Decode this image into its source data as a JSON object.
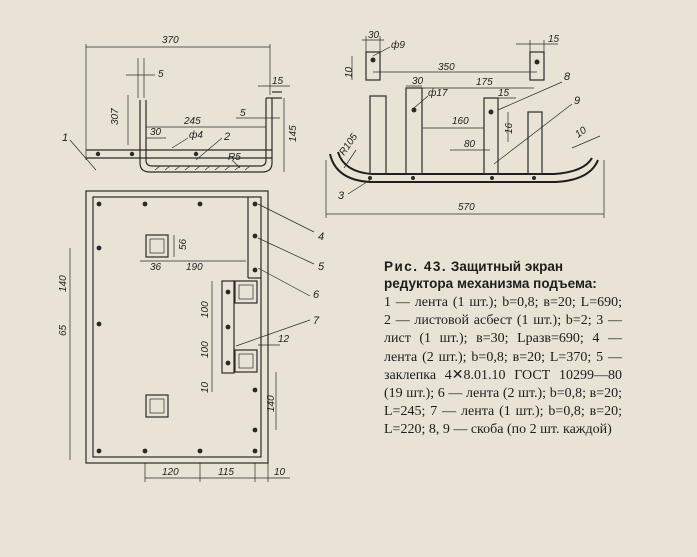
{
  "figure": {
    "label": "Рис. 43.",
    "title": "Защитный экран редуктора механизма подъема:",
    "legend": "1 — лента (1 шт.); b=0,8; в=20; L=690; 2 — листовой асбест (1 шт.); b=2; 3 — лист (1 шт.); в=30; Lразв=690; 4 — лента (2 шт.); b=0,8; в=20; L=370; 5 — заклепка 4✕8.01.10 ГОСТ 10299—80 (19 шт.); 6 — лента (2 шт.); b=0,8; в=20; L=245; 7 — лента (1 шт.); b=0,8; в=20; L=220; 8, 9 — скоба (по 2 шт. каждой)"
  },
  "front_view": {
    "dims": {
      "overall_width": "370",
      "wall_gap": "5",
      "height": "307",
      "top_offset": "15",
      "right_gap": "5",
      "depth": "245",
      "right_height": "145",
      "edge": "30",
      "hole_dia": "ф4",
      "radius": "R5"
    },
    "leaders": {
      "item_1": "1",
      "item_2": "2"
    }
  },
  "plan_view": {
    "dims": {
      "square_size": "56",
      "offset_36": "36",
      "offset_190": "190",
      "left_140": "140",
      "left_65": "65",
      "pitch_100a": "100",
      "pitch_100b": "100",
      "pitch_10": "10",
      "right_12": "12",
      "right_140": "140",
      "bottom_120": "120",
      "bottom_115": "115",
      "bottom_10": "10"
    },
    "leaders": {
      "item_4": "4",
      "item_5": "5",
      "item_6": "6",
      "item_7": "7"
    }
  },
  "bracket_view": {
    "dims": {
      "d30_top": "30",
      "hole_dia_9": "ф9",
      "d10": "10",
      "d350": "350",
      "d15_top": "15",
      "d30_mid": "30",
      "hole_dia_17": "ф17",
      "d175": "175",
      "d15_mid": "15",
      "d160": "160",
      "d16": "16",
      "d80": "80",
      "radius": "R105",
      "d10_right": "10",
      "overall": "570"
    },
    "leaders": {
      "item_3": "3",
      "item_8": "8",
      "item_9": "9"
    }
  }
}
